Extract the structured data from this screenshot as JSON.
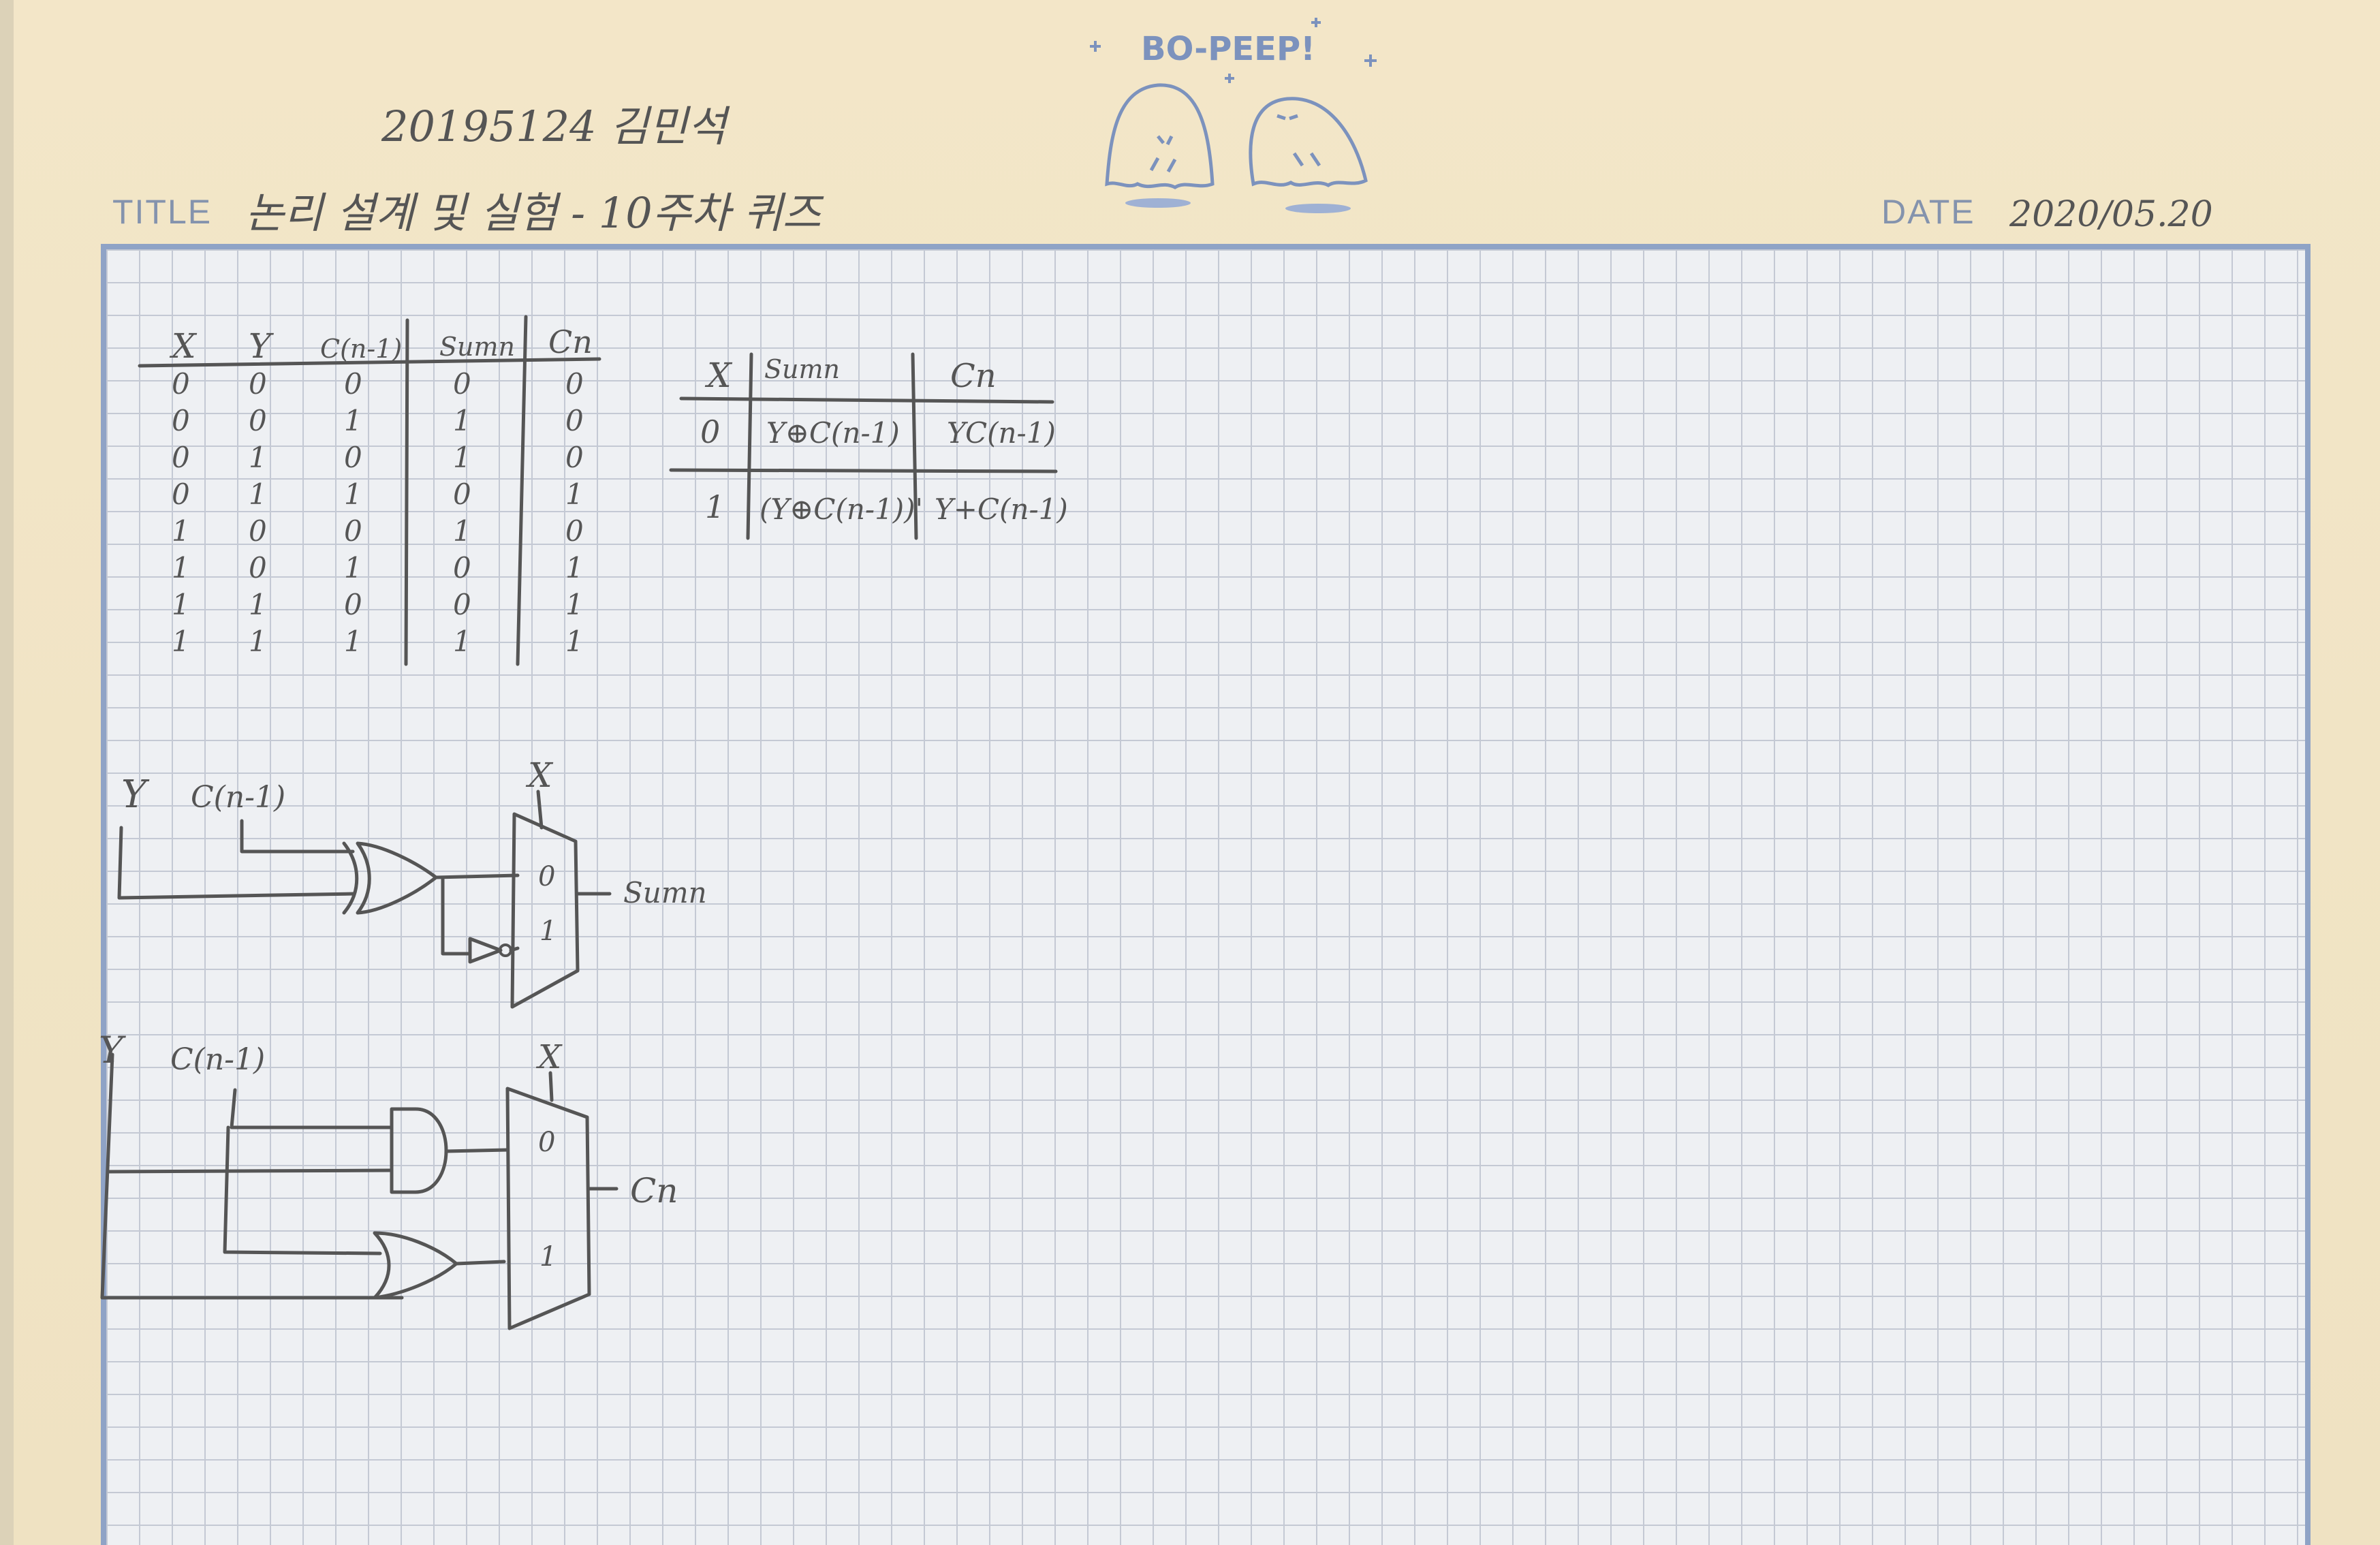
{
  "header": {
    "student_id_name": "20195124 김민석",
    "title_label": "TITLE",
    "title_value": "논리 설계 및 실험 - 10주차 퀴즈",
    "date_label": "DATE",
    "date_value": "2020/05.20",
    "brand": "BO-PEEP!"
  },
  "truth_table": {
    "headers": [
      "X",
      "Y",
      "C(n-1)",
      "Sumn",
      "Cn"
    ],
    "rows": [
      [
        "0",
        "0",
        "0",
        "0",
        "0"
      ],
      [
        "0",
        "0",
        "1",
        "1",
        "0"
      ],
      [
        "0",
        "1",
        "0",
        "1",
        "0"
      ],
      [
        "0",
        "1",
        "1",
        "0",
        "1"
      ],
      [
        "1",
        "0",
        "0",
        "1",
        "0"
      ],
      [
        "1",
        "0",
        "1",
        "0",
        "1"
      ],
      [
        "1",
        "1",
        "0",
        "0",
        "1"
      ],
      [
        "1",
        "1",
        "1",
        "1",
        "1"
      ]
    ]
  },
  "expr_table": {
    "headers": [
      "X",
      "Sumn",
      "Cn"
    ],
    "rows": [
      [
        "0",
        "Y⊕C(n-1)",
        "YC(n-1)"
      ],
      [
        "1",
        "(Y⊕C(n-1))'",
        "Y+C(n-1)"
      ]
    ]
  },
  "circuit_sum": {
    "input_y": "Y",
    "input_c": "C(n-1)",
    "select": "X",
    "mux_in0": "0",
    "mux_in1": "1",
    "output": "Sumn"
  },
  "circuit_carry": {
    "input_y": "Y",
    "input_c": "C(n-1)",
    "select": "X",
    "mux_in0": "0",
    "mux_in1": "1",
    "output": "Cn"
  }
}
